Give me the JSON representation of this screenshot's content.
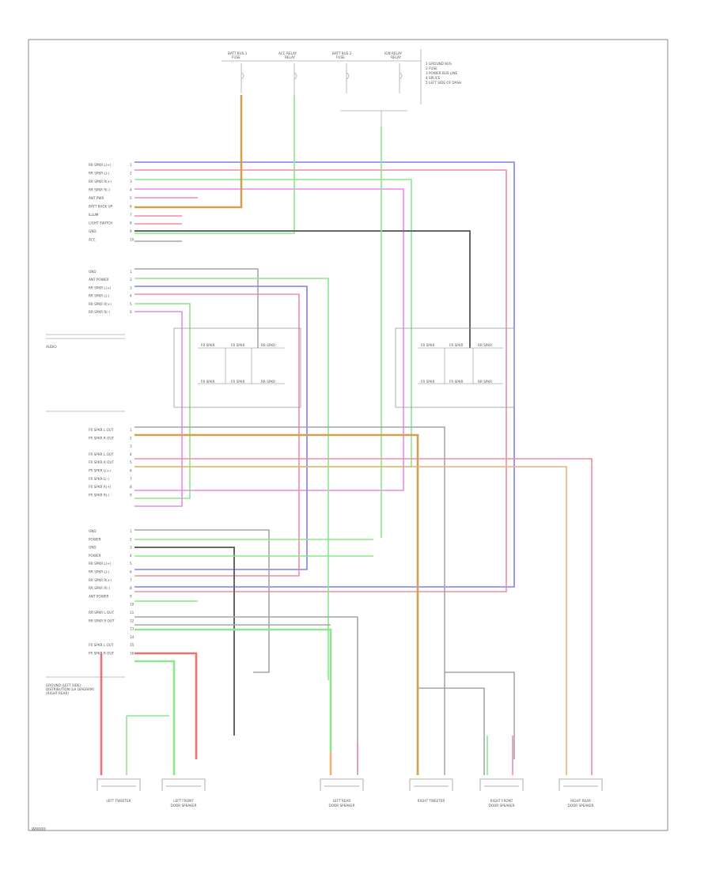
{
  "figure_number": "W0000",
  "blocks": {
    "center_block_label": "AUDIO",
    "left_divider": "",
    "bottom_left_note": [
      "GROUND (LEFT SIDE)",
      "DISTRIBUTION (LH DIAGRAM)",
      "(RIGHT REAR)"
    ]
  },
  "top_fuses": [
    {
      "name": "BATT BUS 1",
      "sub": "FUSE"
    },
    {
      "name": "ACC RELAY",
      "sub": "RELAY"
    },
    {
      "name": "BATT BUS 2",
      "sub": "FUSE"
    },
    {
      "name": "IGN RELAY",
      "sub": "RELAY"
    }
  ],
  "top_legend": [
    "1 GROUND BUS",
    "2 FUSE",
    "3 POWER BUS LINE",
    "4 SPLICE",
    "5 LEFT SIDE OF DASH"
  ],
  "left_labels_group1": [
    "RR SPKR L(+)",
    "RR SPKR L(-)",
    "RR SPKR R(+)",
    "RR SPKR R(-)",
    "ANT PWR",
    "BATT BACK UP",
    "ILLUM",
    "LIGHT SWITCH",
    "GND",
    "ACC"
  ],
  "left_labels_group2": [
    "GND",
    "ANT POWER",
    "RR SPKR L(+)",
    "RR SPKR L(-)",
    "RR SPKR R(+)",
    "RR SPKR R(-)"
  ],
  "left_labels_group3": [
    "FR SPKR L OUT",
    "FR SPKR R OUT",
    "",
    "FR SPKR L OUT",
    "FR SPKR R OUT",
    "FR SPKR L(+)",
    "FR SPKR L(-)",
    "FR SPKR R(+)",
    "FR SPKR R(-)"
  ],
  "left_labels_group4": [
    "GND",
    "POWER",
    "GND",
    "POWER",
    "RR SPKR L(+)",
    "RR SPKR L(-)",
    "RR SPKR R(+)",
    "RR SPKR R(-)",
    "ANT POWER",
    "",
    "RR SPKR L OUT",
    "RR SPKR R OUT",
    "",
    "",
    "FR SPKR L OUT",
    "FR SPKR R OUT"
  ],
  "wire_colors": {
    "blue": "#7f7ff0",
    "pink": "#f08ca0",
    "green": "#8ce68c",
    "magenta": "#e68ce6",
    "orange": "#e6b473",
    "dark": "#7a7a7a",
    "gray": "#a6a6a6",
    "red": "#f07070",
    "tan": "#d2a050"
  },
  "speakers": [
    {
      "label": "LEFT TWEETER"
    },
    {
      "label": "LEFT FRONT DOOR SPEAKER"
    },
    {
      "label": "LEFT REAR DOOR SPEAKER"
    },
    {
      "label": "RIGHT TWEETER"
    },
    {
      "label": "RIGHT FRONT DOOR SPEAKER"
    },
    {
      "label": "RIGHT REAR DOOR SPEAKER"
    }
  ]
}
